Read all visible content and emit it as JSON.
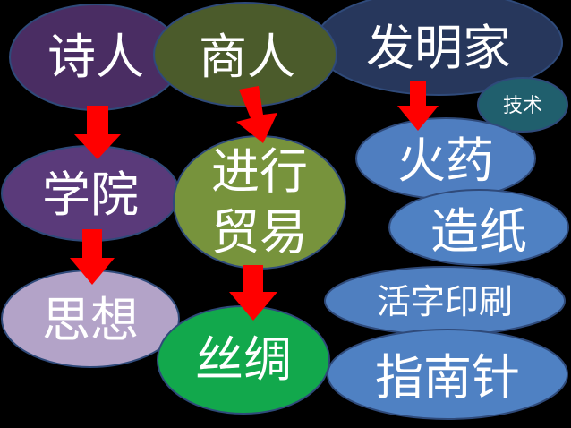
{
  "nodes": {
    "poet": "诗人",
    "merchant": "商人",
    "inventor": "发明家",
    "technology": "技术",
    "academy": "学院",
    "trade_line1": "进行",
    "trade_line2": "贸易",
    "gunpowder": "火药",
    "papermaking": "造纸",
    "thought": "思想",
    "silk": "丝绸",
    "movable_type": "活字印刷",
    "compass": "指南针"
  },
  "colors": {
    "background": "#000000",
    "arrow": "#ff0000",
    "poet": "#4a2d63",
    "merchant": "#4b5b2b",
    "inventor": "#27375c",
    "technology": "#205f6d",
    "academy": "#5a3a7a",
    "trade": "#77933c",
    "gunpowder": "#4f7ec0",
    "papermaking": "#4f81c3",
    "thought": "#b3a3c8",
    "silk": "#12a84c",
    "movable_type": "#4f7fc0",
    "compass": "#4f81c3",
    "outline": "#2f4a7a"
  }
}
